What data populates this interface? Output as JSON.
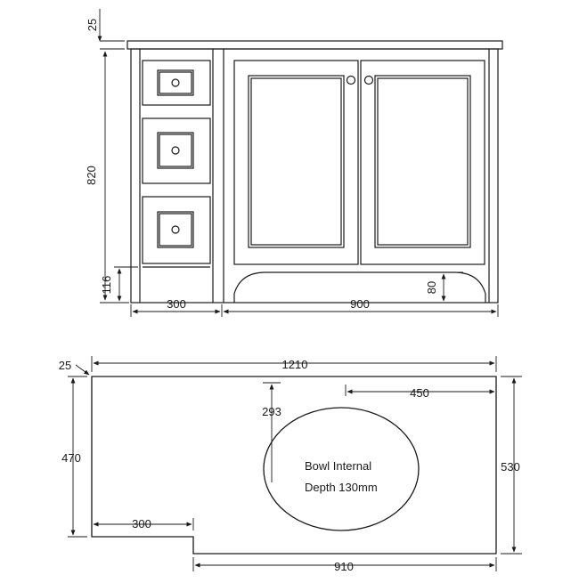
{
  "front_elevation": {
    "top_thickness": "25",
    "height": "820",
    "plinth_height": "116",
    "drawer_unit_width": "300",
    "door_unit_width": "900",
    "kickboard_cutout_height": "80"
  },
  "plan_view": {
    "corner_offset": "25",
    "overall_width": "1210",
    "left_depth": "470",
    "right_depth": "530",
    "bowl_offset_from_back": "293",
    "bowl_offset_from_right": "450",
    "notch_width": "300",
    "lower_width": "910",
    "bowl_note_line1": "Bowl Internal",
    "bowl_note_line2": "Depth 130mm"
  },
  "colors": {
    "line": "#1a1a1a",
    "background": "#ffffff"
  }
}
